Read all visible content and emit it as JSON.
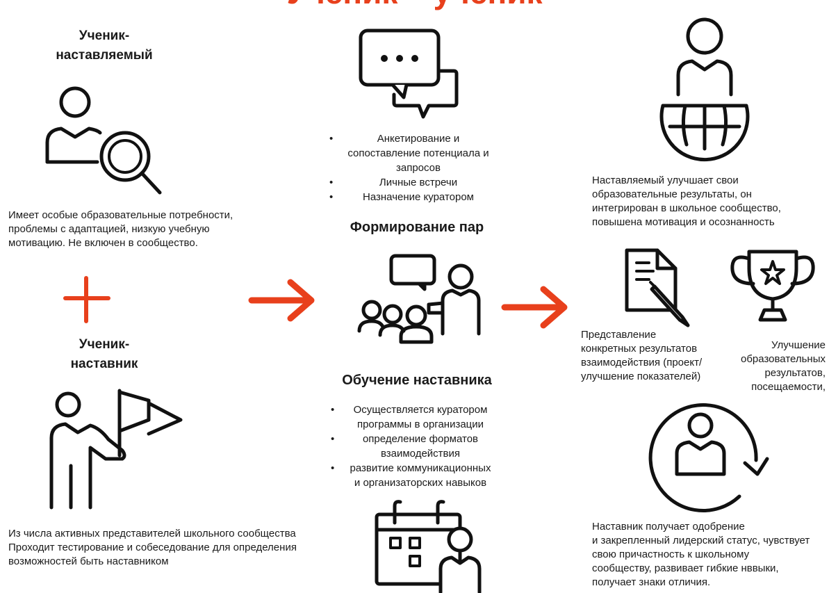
{
  "title": "Ученик – ученик",
  "mentee": {
    "heading": "Ученик-\nнаставляемый",
    "description": "Имеет особые образовательные потребности,\nпроблемы с адаптацией, низкую учебную\nмотивацию. Не включен в сообщество."
  },
  "mentor": {
    "heading": "Ученик-\nнаставник",
    "description": "Из числа активных представителей школьного сообщества\nПроходит тестирование  и собеседование для определения\nвозможностей быть наставником"
  },
  "pairing": {
    "items": [
      "Анкетирование и\nсопоставление потенциала и\nзапросов",
      "Личные встречи",
      "Назначение куратором"
    ],
    "heading": "Формирование пар"
  },
  "training": {
    "heading": "Обучение наставника",
    "items": [
      "Осуществляется куратором\nпрограммы в организации",
      "определение форматов\nвзаимодействия",
      "развитие коммуникационных\nи организаторских навыков"
    ]
  },
  "results": {
    "mentee_result": "Наставляемый улучшает свои\nобразовательные результаты, он\nинтегрирован в школьное сообщество,\n повышена мотивация и осознанность",
    "presentation": "Представление\nконкретных результатов\n взаимодействия (проект/\nулучшение показателей)",
    "improvement": "Улучшение\nобразовательных\nрезультатов,\nпосещаемости,",
    "mentor_result": "Наставник получает одобрение\nи закрепленный лидерский статус, чувствует\nсвою причастность к школьному\nсообществу, развивает гибкие нввыки,\nполучает знаки отличия."
  },
  "colors": {
    "accent": "#e8401c",
    "icon": "#111111"
  }
}
